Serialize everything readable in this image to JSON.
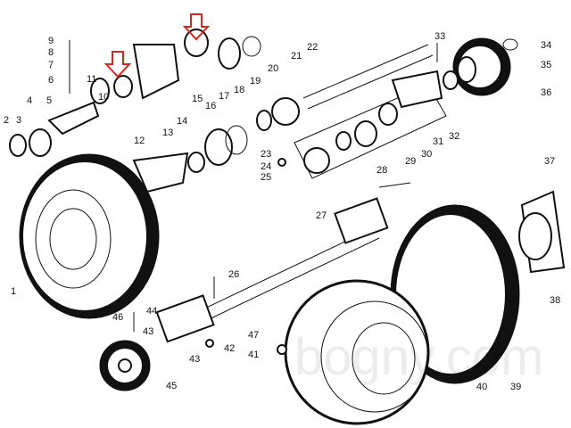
{
  "title": "Exploded parts diagram - wheel drive assembly",
  "labels": [
    "1",
    "2",
    "3",
    "4",
    "5",
    "6",
    "7",
    "8",
    "9",
    "10",
    "11",
    "12",
    "13",
    "14",
    "15",
    "16",
    "17",
    "18",
    "19",
    "20",
    "21",
    "22",
    "23",
    "24",
    "25",
    "26",
    "27",
    "28",
    "29",
    "30",
    "31",
    "32",
    "33",
    "34",
    "35",
    "36",
    "37",
    "38",
    "39",
    "40",
    "41",
    "42",
    "43",
    "43",
    "44",
    "45",
    "46",
    "47"
  ],
  "watermark": "bogny.com",
  "colors": {
    "arrow": "#d9261c",
    "line": "#111111"
  }
}
